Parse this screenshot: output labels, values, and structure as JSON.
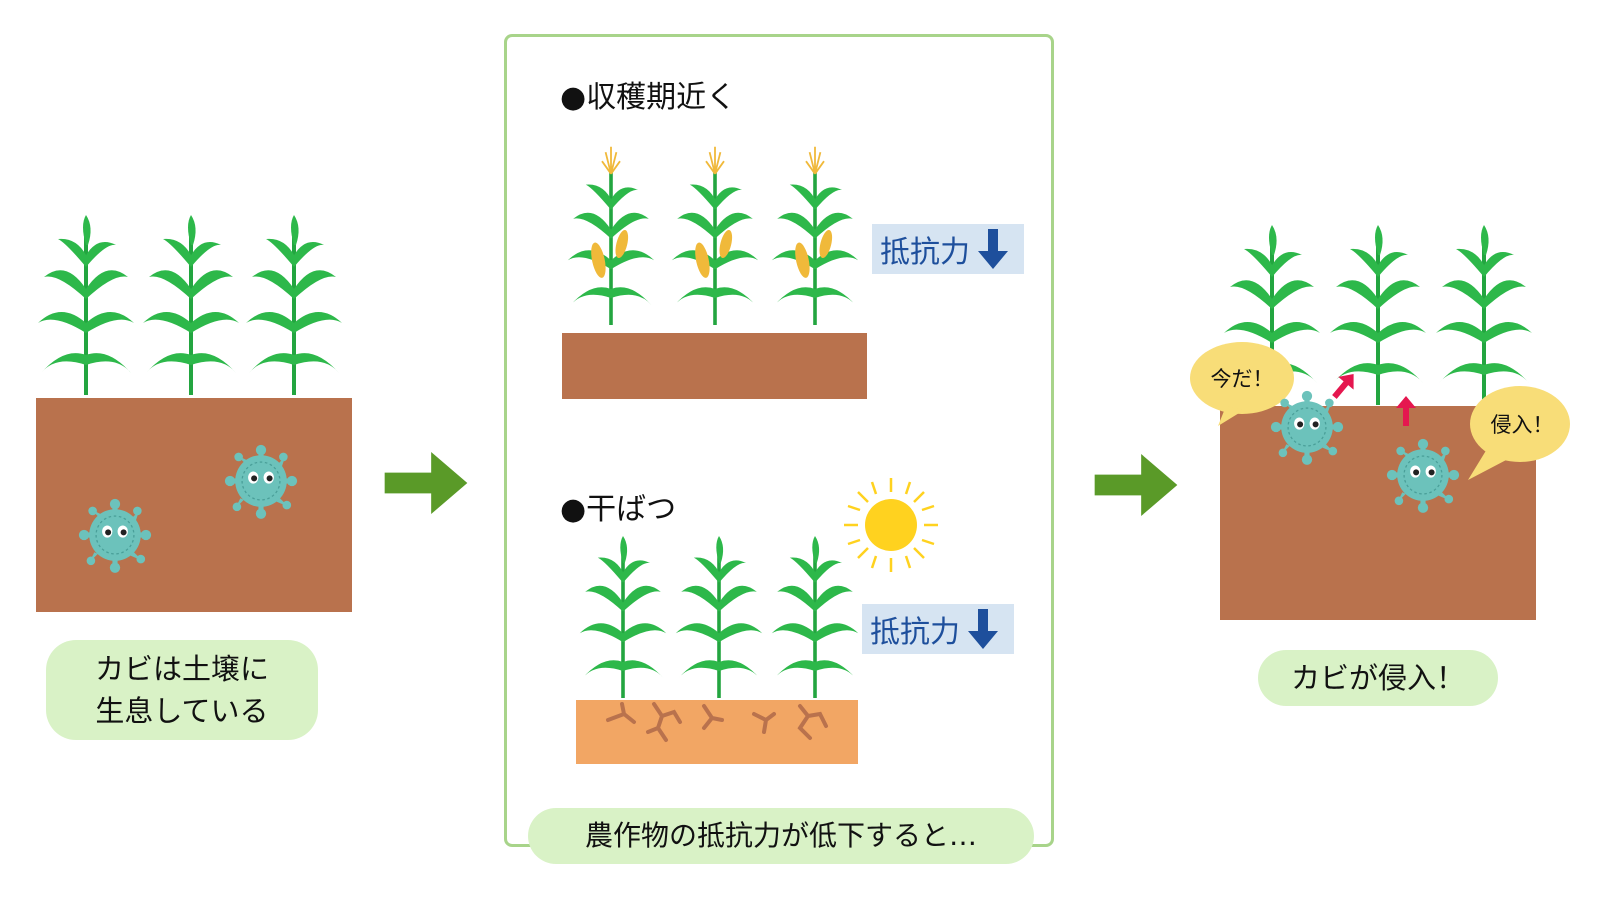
{
  "panel_left": {
    "caption_line1": "カビは土壌に",
    "caption_line2": "生息している"
  },
  "panel_middle": {
    "harvest_heading": "●収穫期近く",
    "harvest_resistance": "抵抗力",
    "drought_heading": "●干ばつ",
    "drought_resistance": "抵抗力",
    "footer_caption": "農作物の抵抗力が低下すると…"
  },
  "panel_right": {
    "bubble_now": "今だ！",
    "bubble_invade": "侵入！",
    "caption": "カビが侵入！"
  },
  "colors": {
    "arrow_green": "#5a9a28",
    "soil_brown": "#b9724d",
    "soil_dry": "#f2a664",
    "plant_green": "#2db84a",
    "fungus_teal": "#6cc2bb",
    "caption_bg": "#d9f2c6",
    "bubble_yellow": "#f8dd78",
    "resist_bg": "#d6e4f2",
    "resist_blue": "#1e4f9c",
    "sun_yellow": "#ffd21f",
    "frame_green": "#a8d48a",
    "invade_arrow_red": "#e5174f"
  },
  "icons": [
    "corn-plant-icon",
    "fungus-icon",
    "sun-icon",
    "down-arrow-icon",
    "right-arrow-icon",
    "crack-icon",
    "up-arrow-icon"
  ]
}
